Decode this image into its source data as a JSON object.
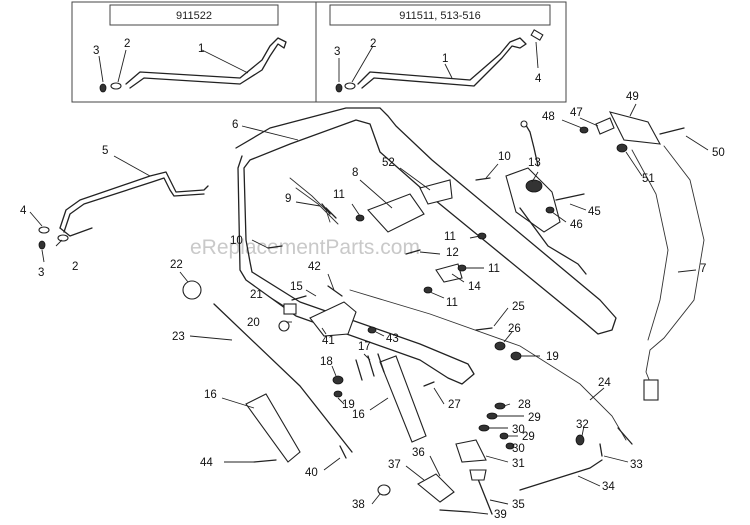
{
  "insets": [
    {
      "model_label": "911522"
    },
    {
      "model_label": "911511, 513-516"
    }
  ],
  "watermark": "eReplacementParts.com",
  "callouts": {
    "c1a": "1",
    "c2a": "2",
    "c3a": "3",
    "c1b": "1",
    "c2b": "2",
    "c3b": "3",
    "c4b": "4",
    "c2": "2",
    "c3": "3",
    "c4": "4",
    "c5": "5",
    "c6": "6",
    "c7": "7",
    "c8": "8",
    "c9": "9",
    "c10a": "10",
    "c10b": "10",
    "c11a": "11",
    "c11b": "11",
    "c11c": "11",
    "c11d": "11",
    "c12": "12",
    "c13": "13",
    "c14": "14",
    "c15": "15",
    "c16a": "16",
    "c16b": "16",
    "c17": "17",
    "c18": "18",
    "c19a": "19",
    "c19b": "19",
    "c20": "20",
    "c21": "21",
    "c22": "22",
    "c23": "23",
    "c24": "24",
    "c25": "25",
    "c26": "26",
    "c27": "27",
    "c28": "28",
    "c29a": "29",
    "c29b": "29",
    "c30a": "30",
    "c30b": "30",
    "c31": "31",
    "c32": "32",
    "c33": "33",
    "c34": "34",
    "c35": "35",
    "c36": "36",
    "c37": "37",
    "c38": "38",
    "c39": "39",
    "c40": "40",
    "c41": "41",
    "c42": "42",
    "c43": "43",
    "c44": "44",
    "c45": "45",
    "c46": "46",
    "c47": "47",
    "c48": "48",
    "c49": "49",
    "c50": "50",
    "c51": "51",
    "c52": "52"
  }
}
